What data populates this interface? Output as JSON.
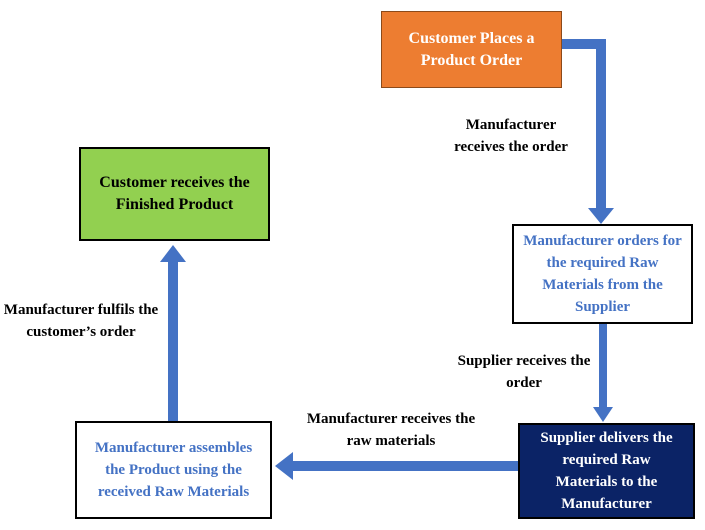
{
  "colors": {
    "orange": "#ED7D31",
    "green": "#92D050",
    "navy": "#0B2366",
    "arrow": "#4472C4",
    "blue_text": "#4472C4"
  },
  "nodes": {
    "customer_order": "Customer Places a Product Order",
    "manufacturer_orders": "Manufacturer orders for the required Raw Materials from the Supplier",
    "supplier_delivers": "Supplier delivers the required Raw Materials to the Manufacturer",
    "manufacturer_assembles": "Manufacturer assembles the Product using the received Raw Materials",
    "customer_receives": "Customer receives the Finished Product"
  },
  "edges": {
    "manufacturer_receives_order": "Manufacturer receives the order",
    "supplier_receives_order": "Supplier receives the order",
    "manufacturer_receives_materials": "Manufacturer receives the raw materials",
    "manufacturer_fulfils": "Manufacturer fulfils the customer’s order"
  }
}
